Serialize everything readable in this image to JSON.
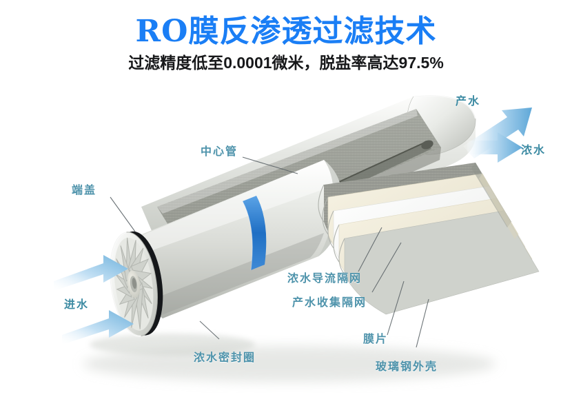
{
  "header": {
    "title": "RO膜反渗透过滤技术",
    "subtitle": "过滤精度低至0.0001微米，脱盐率高达97.5%",
    "title_color": "#1a7ef5",
    "subtitle_color": "#17181a"
  },
  "labels": {
    "center_tube": "中心管",
    "end_cap": "端盖",
    "feed_water": "进水",
    "brine_seal": "浓水密封圈",
    "brine_spacer": "浓水导流隔网",
    "permeate_spacer": "产水收集隔网",
    "membrane_sheet": "膜片",
    "frp_shell": "玻璃钢外壳",
    "permeate_out": "产水",
    "concentrate_out": "浓水"
  },
  "colors": {
    "label_text": "#4e93ab",
    "arrow_blue": "#74b7e0",
    "body_gray": "#d6d8d4",
    "band_blue": "#2f7fd0",
    "mesh_gray": "#9a9c96",
    "membrane_cream": "#efeada",
    "membrane_white": "#fbfbfa",
    "background": "#ffffff"
  },
  "diagram": {
    "type": "cutaway-technical-illustration",
    "subject": "spiral-wound reverse osmosis membrane element",
    "part_count": 8,
    "flow_arrow_count": 4
  }
}
